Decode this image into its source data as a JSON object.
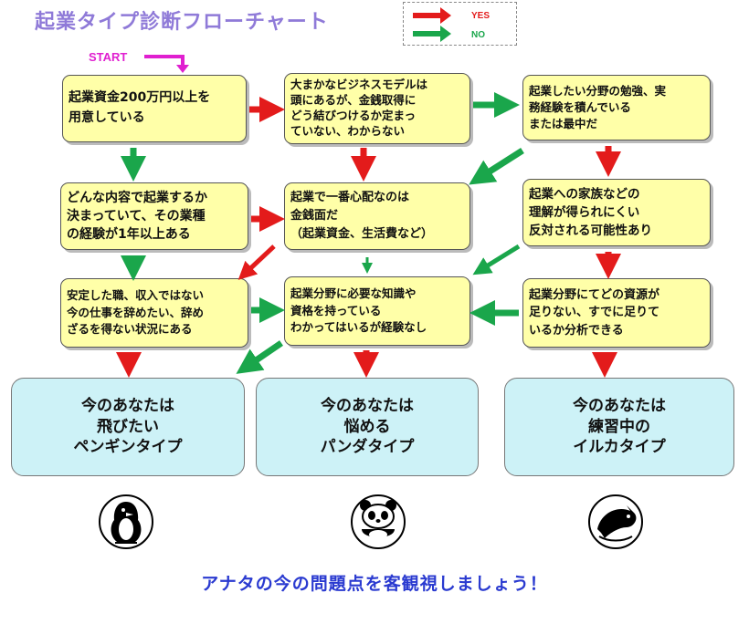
{
  "title": "起業タイプ診断フローチャート",
  "legend": {
    "yes": "YES",
    "no": "NO"
  },
  "start": "START",
  "colors": {
    "yes": "#e31b1b",
    "no": "#1aa64b",
    "box": "#ffffa8",
    "result": "#cdf2f7",
    "title": "#8f7ad8",
    "start": "#e020d0",
    "tagline": "#2a3ad0"
  },
  "questions": {
    "q1": "起業資金200万円以上を\n用意している",
    "q2": "大まかなビジネスモデルは\n頭にあるが、金銭取得に\nどう結びつけるか定まっ\nていない、わからない",
    "q3": "起業したい分野の勉強、実\n務経験を積んでいる\nまたは最中だ",
    "q4": "どんな内容で起業するか\n決まっていて、その業種\nの経験が1年以上ある",
    "q5": "起業で一番心配なのは\n金銭面だ\n（起業資金、生活費など）",
    "q6": "起業への家族などの\n理解が得られにくい\n反対される可能性あり",
    "q7": "安定した職、収入ではない\n今の仕事を辞めたい、辞め\nざるを得ない状況にある",
    "q8": "起業分野に必要な知識や\n資格を持っている\nわかってはいるが経験なし",
    "q9": "起業分野にてどの資源が\n足りない、すでに足りて\nいるか分析できる"
  },
  "results": {
    "penguin": "今のあなたは\n飛びたい\nペンギンタイプ",
    "panda": "今のあなたは\n悩める\nパンダタイプ",
    "dolphin": "今のあなたは\n練習中の\nイルカタイプ"
  },
  "icons": {
    "penguin": "penguin-icon",
    "panda": "panda-icon",
    "dolphin": "dolphin-icon"
  },
  "tagline": "アナタの今の問題点を客観視しましょう！"
}
